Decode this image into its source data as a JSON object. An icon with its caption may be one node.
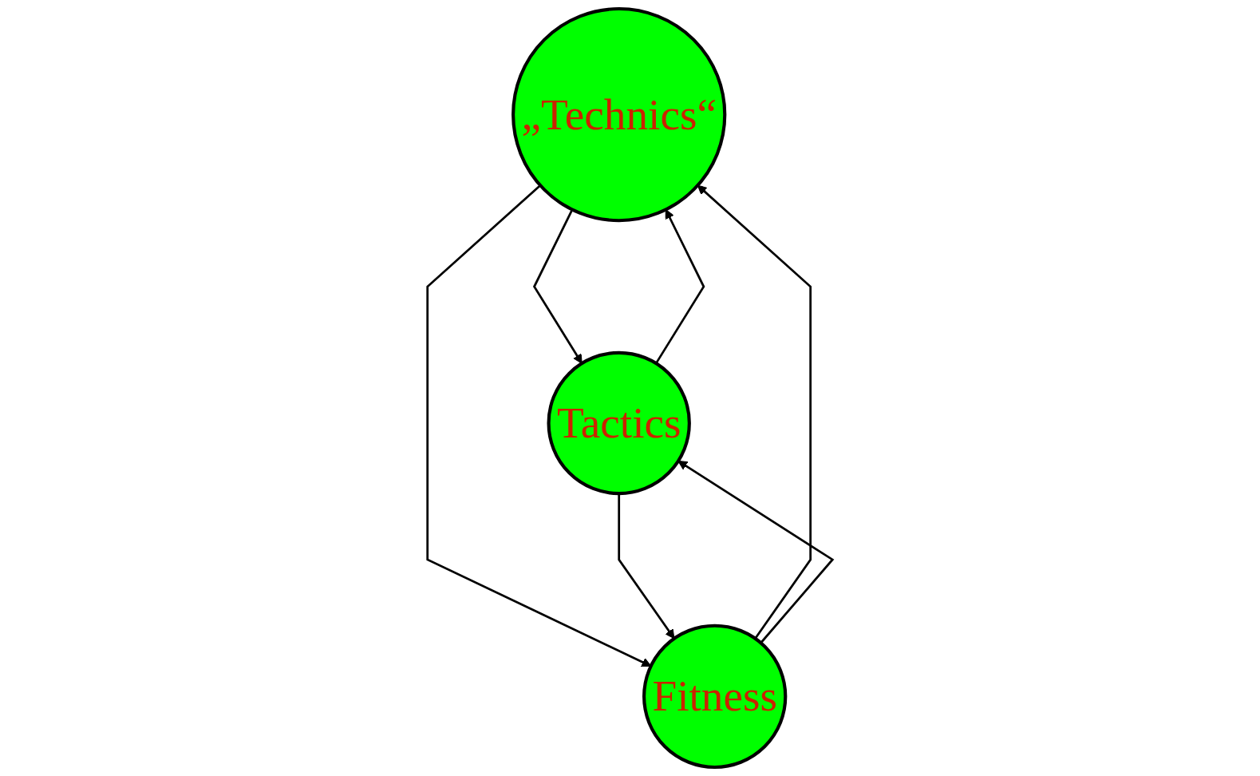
{
  "diagram": {
    "nodes": [
      {
        "text": [
          "„Technics“"
        ]
      },
      {
        "text": [
          "Tactics"
        ]
      },
      {
        "text": [
          "Fitness"
        ]
      }
    ],
    "edges": [
      {
        "from": 1,
        "to": 0,
        "arrow": "to"
      },
      {
        "from": 0,
        "to": 1,
        "arrow": "to"
      },
      {
        "from": 0,
        "to": 2,
        "arrow": "to"
      },
      {
        "from": 2,
        "to": 0,
        "arrow": "to"
      },
      {
        "from": 1,
        "to": 2,
        "arrow": "to"
      },
      {
        "from": 2,
        "to": 1,
        "arrow": "to"
      }
    ]
  }
}
